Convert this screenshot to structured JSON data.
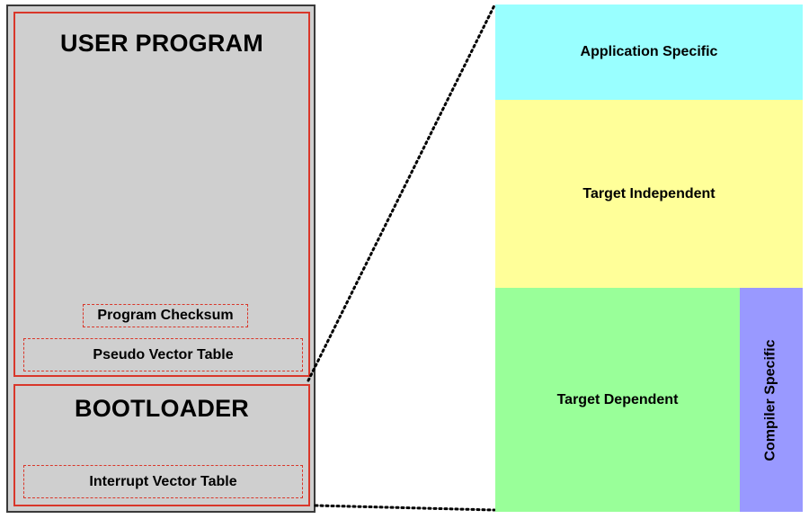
{
  "memory_map": {
    "user_program": {
      "title": "USER PROGRAM",
      "checksum_label": "Program Checksum",
      "pseudo_vector_table_label": "Pseudo Vector Table"
    },
    "bootloader": {
      "title": "BOOTLOADER",
      "interrupt_vector_table_label": "Interrupt Vector Table"
    }
  },
  "expanded_view": {
    "application_specific": "Application Specific",
    "target_independent": "Target Independent",
    "target_dependent": "Target Dependent",
    "compiler_specific": "Compiler Specific"
  },
  "colors": {
    "memory_background": "#cfcfcf",
    "region_border": "#d9372a",
    "application_specific": "#99ffff",
    "target_independent": "#ffff99",
    "target_dependent": "#99ff99",
    "compiler_specific": "#9999ff"
  }
}
